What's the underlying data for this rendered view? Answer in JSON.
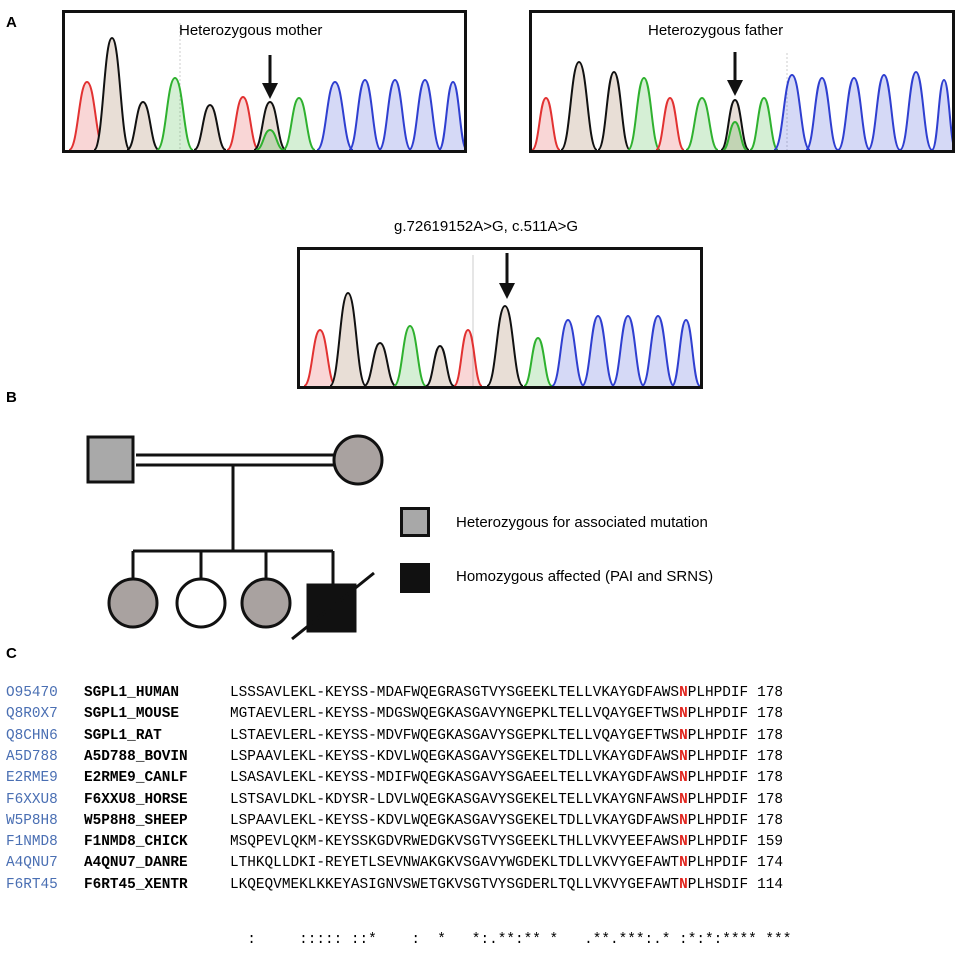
{
  "panels": {
    "a_label": "A",
    "b_label": "B",
    "c_label": "C"
  },
  "chromatograms": {
    "mother_caption": "Heterozygous mother",
    "father_caption": "Heterozygous father",
    "proband_caption": "g.72619152A>G, c.511A>G"
  },
  "legend": {
    "heterozygous": "Heterozygous for associated mutation",
    "homozygous": "Homozygous affected (PAI and SRNS)",
    "heterozygous_color": "#a8a8a8",
    "homozygous_color": "#111111"
  },
  "pedigree_colors": {
    "carrier_square": "#a9a9a9",
    "carrier_circle": "#a9a2a0",
    "unaffected": "#ffffff",
    "affected": "#111111"
  },
  "trace_colors": {
    "A": "#2fb12f",
    "C": "#2f3fd0",
    "G": "#111111",
    "T": "#e23232"
  },
  "alignment": {
    "highlight_color": "#e0261f",
    "accession_color": "#4a6fb3",
    "rows": [
      {
        "acc": "O95470",
        "gene": "SGPL1_HUMAN",
        "pre": "LSSSAVLEKL-KEYSS-MDAFWQEGRASGTVYSGEEKLTELLVKAYGDFAWS",
        "n": "N",
        "post": "PLHPDIF",
        "end": "178"
      },
      {
        "acc": "Q8R0X7",
        "gene": "SGPL1_MOUSE",
        "pre": "MGTAEVLERL-KEYSS-MDGSWQEGKASGAVYNGEPKLTELLVQAYGEFTWS",
        "n": "N",
        "post": "PLHPDIF",
        "end": "178"
      },
      {
        "acc": "Q8CHN6",
        "gene": "SGPL1_RAT",
        "pre": "LSTAEVLERL-KEYSS-MDVFWQEGKASGAVYSGEPKLTELLVQAYGEFTWS",
        "n": "N",
        "post": "PLHPDIF",
        "end": "178"
      },
      {
        "acc": "A5D788",
        "gene": "A5D788_BOVIN",
        "pre": "LSPAAVLEKL-KEYSS-KDVLWQEGKASGAVYSGEKELTDLLVKAYGDFAWS",
        "n": "N",
        "post": "PLHPDIF",
        "end": "178"
      },
      {
        "acc": "E2RME9",
        "gene": "E2RME9_CANLF",
        "pre": "LSASAVLEKL-KEYSS-MDIFWQEGKASGAVYSGAEELTELLVKAYGDFAWS",
        "n": "N",
        "post": "PLHPDIF",
        "end": "178"
      },
      {
        "acc": "F6XXU8",
        "gene": "F6XXU8_HORSE",
        "pre": "LSTSAVLDKL-KDYSR-LDVLWQEGKASGAVYSGEKELTELLVKAYGNFAWS",
        "n": "N",
        "post": "PLHPDIF",
        "end": "178"
      },
      {
        "acc": "W5P8H8",
        "gene": "W5P8H8_SHEEP",
        "pre": "LSPAAVLEKL-KEYSS-KDVLWQEGKASGAVYSGEKELTDLLVKAYGDFAWS",
        "n": "N",
        "post": "PLHPDIF",
        "end": "178"
      },
      {
        "acc": "F1NMD8",
        "gene": "F1NMD8_CHICK",
        "pre": "MSQPEVLQKM-KEYSSKGDVRWEDGKVSGTVYSGEEKLTHLLVKVYEEFAWS",
        "n": "N",
        "post": "PLHPDIF",
        "end": "159"
      },
      {
        "acc": "A4QNU7",
        "gene": "A4QNU7_DANRE",
        "pre": "LTHKQLLDKI-REYETLSEVNWAKGKVSGAVYWGDEKLTDLLVKVYGEFAWT",
        "n": "N",
        "post": "PLHPDIF",
        "end": "174"
      },
      {
        "acc": "F6RT45",
        "gene": "F6RT45_XENTR",
        "pre": "LKQEQVMEKLKKEYASIGNVSWETGKVSGTVYSGDERLTQLLVKVYGEFAWT",
        "n": "N",
        "post": "PLHSDIF",
        "end": "114"
      }
    ],
    "consensus": "  :     ::::: ::*    :  *   *:.**:** *   .**.***:.* :*:*:**** ***"
  }
}
